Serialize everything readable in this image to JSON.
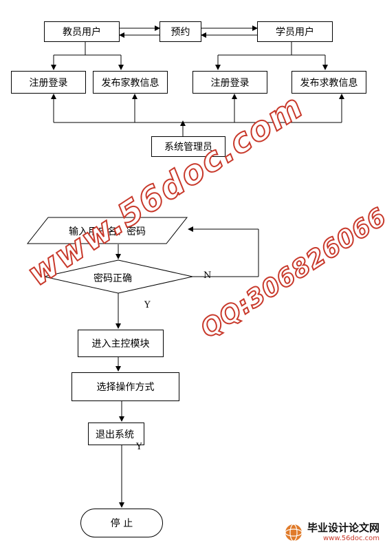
{
  "top": {
    "teacher_user": "教员用户",
    "appointment": "预约",
    "student_user": "学员用户",
    "register_login_left": "注册登录",
    "publish_tutor_info": "发布家教信息",
    "register_login_right": "注册登录",
    "publish_request_info": "发布求教信息",
    "admin": "系统管理员"
  },
  "flow": {
    "input_user": "输入用户名、密码",
    "password_check": "密码正确",
    "no_label": "N",
    "yes_label": "Y",
    "enter_main": "进入主控模块",
    "choose_op": "选择操作方式",
    "exit_system": "退出系统",
    "yes_label_2": "Y",
    "stop": "停  止"
  },
  "watermark": {
    "site": "www.56doc.com",
    "qq": "QQ:306826066",
    "footer_title": "毕业设计论文网",
    "footer_url": "www.56doc.com"
  }
}
